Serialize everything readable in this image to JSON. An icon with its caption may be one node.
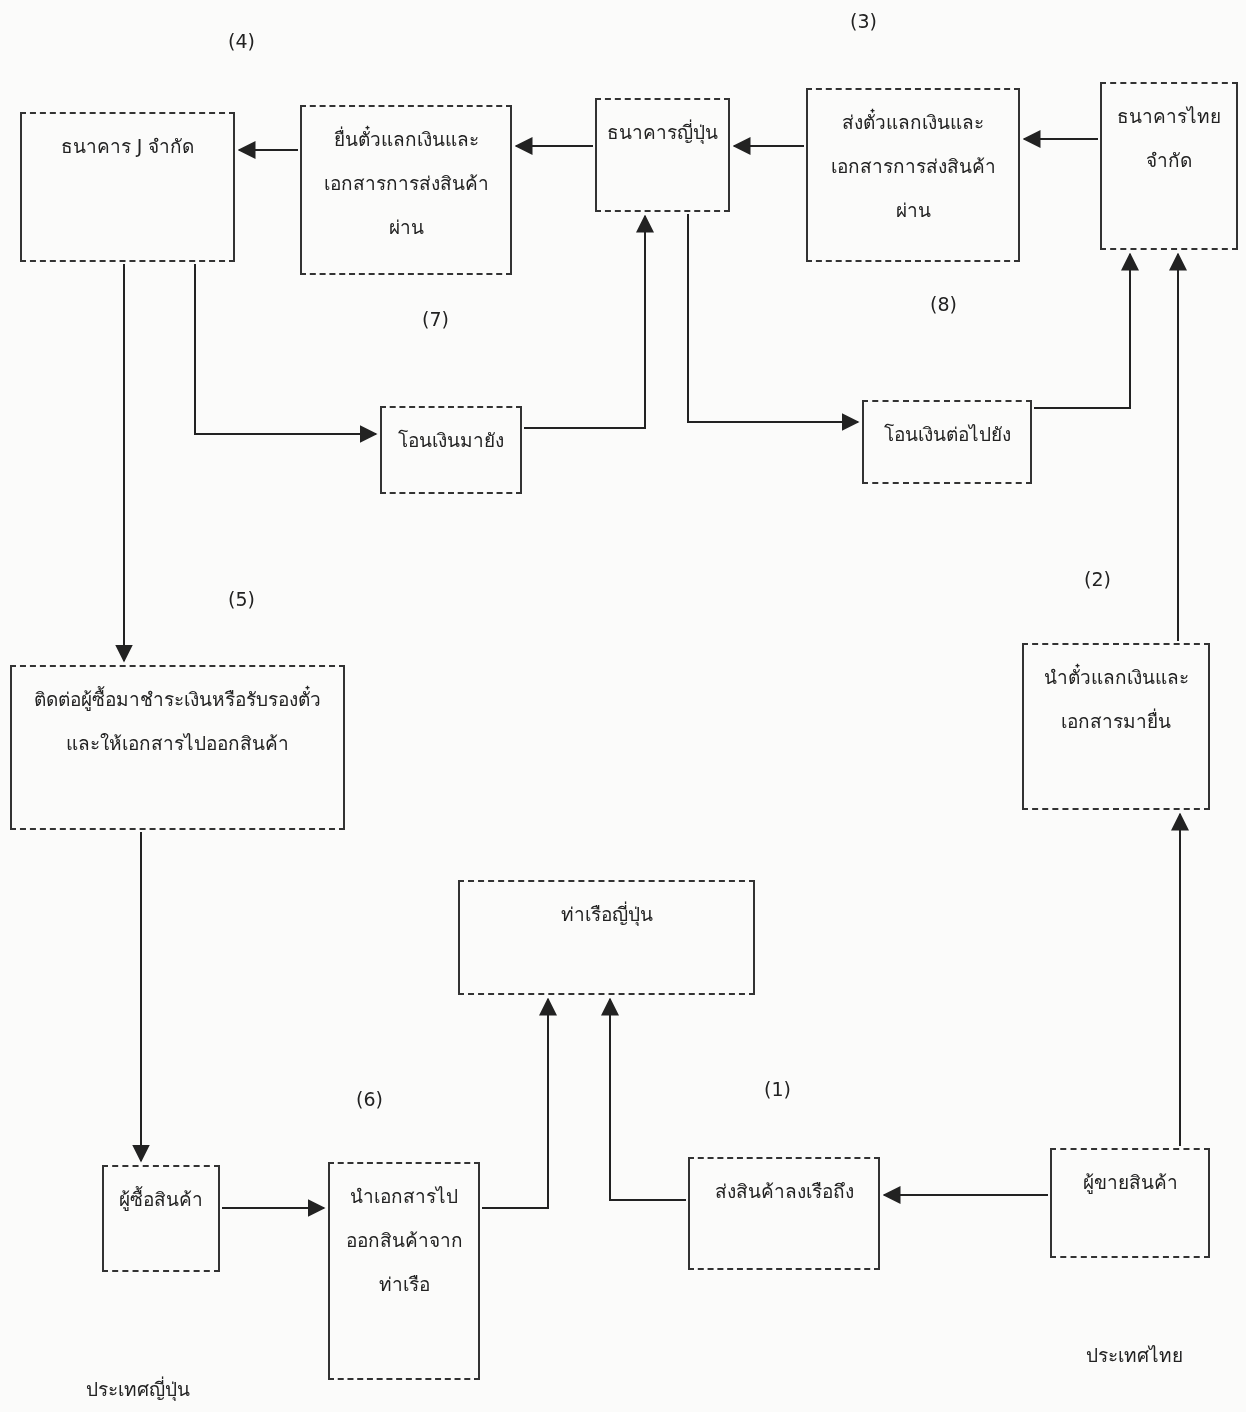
{
  "diagram": {
    "nodes": [
      {
        "text": [
          "ธนาคาร J จำกัด"
        ]
      },
      {
        "text": [
          "ยื่นตั๋วแลกเงินและเอกสารการส่งสินค้าผ่าน"
        ]
      },
      {
        "text": [
          "ธนาคารญี่ปุ่น"
        ]
      },
      {
        "text": [
          "ส่งตั๋วแลกเงินและเอกสารการส่งสินค้าผ่าน"
        ]
      },
      {
        "text": [
          "ธนาคารไทย จำกัด"
        ]
      },
      {
        "text": [
          "โอนเงินมายัง"
        ]
      },
      {
        "text": [
          "โอนเงินต่อไปยัง"
        ]
      },
      {
        "text": [
          "ติดต่อผู้ซื้อมาชำระเงินหรือรับรองตั๋วและให้เอกสารไปออกสินค้า"
        ]
      },
      {
        "text": [
          "นำตั๋วแลกเงินและเอกสารมายื่น"
        ]
      },
      {
        "text": [
          "ท่าเรือญี่ปุ่น"
        ]
      },
      {
        "text": [
          "ผู้ซื้อสินค้า"
        ]
      },
      {
        "text": [
          "นำเอกสารไปออกสินค้าจากท่าเรือ"
        ]
      },
      {
        "text": [
          "ส่งสินค้าลงเรือถึง"
        ]
      },
      {
        "text": [
          "ผู้ขายสินค้า"
        ]
      }
    ],
    "edges": [
      {
        "from": 1,
        "to": 0,
        "arrow": "to"
      },
      {
        "from": 2,
        "to": 1,
        "arrow": "to"
      },
      {
        "from": 3,
        "to": 2,
        "arrow": "to"
      },
      {
        "from": 4,
        "to": 3,
        "arrow": "to"
      },
      {
        "from": 0,
        "to": 5,
        "arrow": "to"
      },
      {
        "from": 5,
        "to": 2,
        "arrow": "to"
      },
      {
        "from": 2,
        "to": 6,
        "arrow": "to"
      },
      {
        "from": 6,
        "to": 4,
        "arrow": "to"
      },
      {
        "from": 8,
        "to": 4,
        "arrow": "to"
      },
      {
        "from": 0,
        "to": 7,
        "arrow": "to"
      },
      {
        "from": 7,
        "to": 10,
        "arrow": "to"
      },
      {
        "from": 10,
        "to": 11,
        "arrow": "to"
      },
      {
        "from": 11,
        "to": 9,
        "arrow": "to"
      },
      {
        "from": 12,
        "to": 9,
        "arrow": "to"
      },
      {
        "from": 13,
        "to": 12,
        "arrow": "to"
      },
      {
        "from": 13,
        "to": 8,
        "arrow": "to"
      }
    ],
    "labels": [
      "(3)",
      "(4)",
      "(7)",
      "(8)",
      "(5)",
      "(2)",
      "(6)",
      "(1)",
      "ประเทศไทย",
      "ประเทศญี่ปุ่น"
    ]
  }
}
